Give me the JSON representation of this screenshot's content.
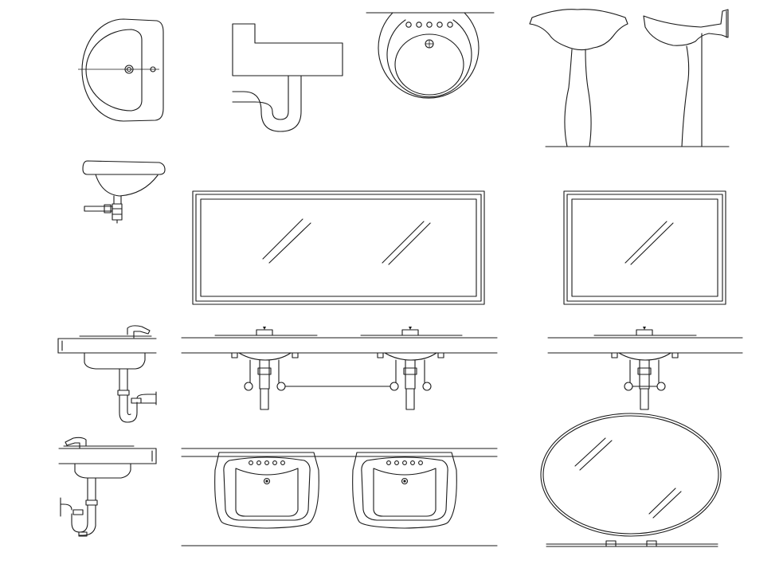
{
  "drawing": {
    "style": "cad-line-drawing",
    "line_color": "#1a1a1a",
    "background_color": "#ffffff",
    "blocks": [
      {
        "id": "washbasin-plan-oval",
        "icon": "washbasin-plan-icon"
      },
      {
        "id": "washbasin-side-trap",
        "icon": "washbasin-side-icon"
      },
      {
        "id": "washbasin-plan-round",
        "icon": "round-basin-icon"
      },
      {
        "id": "pedestal-basin-elevations",
        "icon": "pedestal-basin-icon"
      },
      {
        "id": "counter-basin-side",
        "icon": "counter-basin-icon"
      },
      {
        "id": "mirror-large-rectangular",
        "icon": "mirror-icon"
      },
      {
        "id": "mirror-small-rectangular",
        "icon": "mirror-icon"
      },
      {
        "id": "vanity-side-section",
        "icon": "vanity-section-icon"
      },
      {
        "id": "double-vanity-elevation",
        "icon": "vanity-elevation-icon"
      },
      {
        "id": "single-vanity-elevation",
        "icon": "vanity-elevation-icon"
      },
      {
        "id": "vanity-side-section-lower",
        "icon": "vanity-section-icon"
      },
      {
        "id": "double-basin-plan",
        "icon": "basin-plan-icon"
      },
      {
        "id": "mirror-oval",
        "icon": "oval-mirror-icon"
      }
    ]
  }
}
